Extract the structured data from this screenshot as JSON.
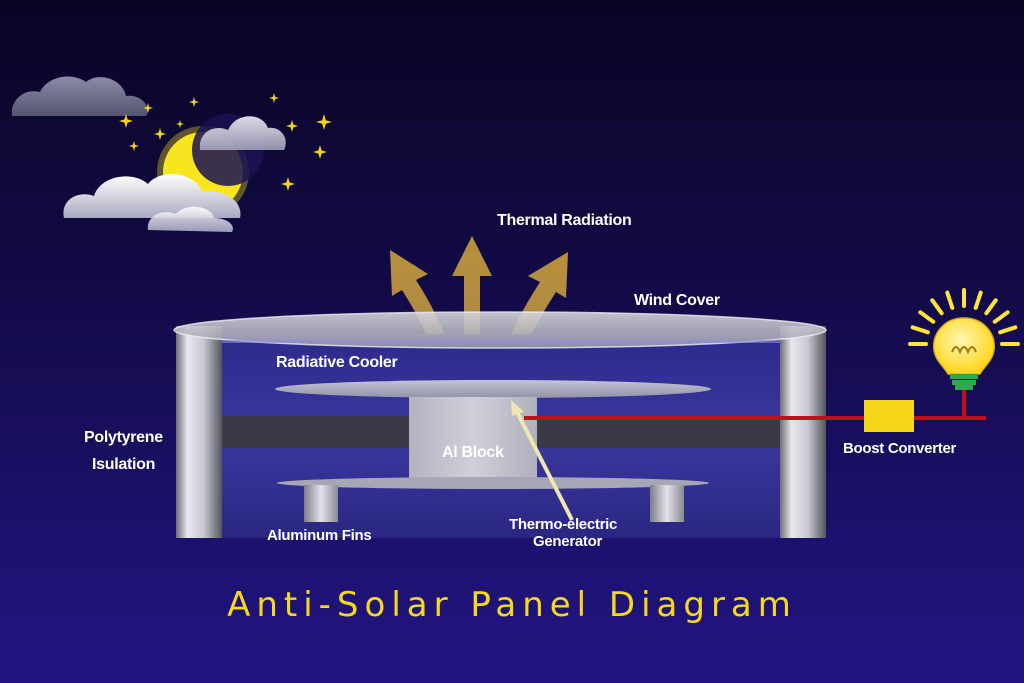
{
  "title": "Anti-Solar Panel Diagram",
  "labels": {
    "thermal_radiation": "Thermal Radiation",
    "wind_cover": "Wind Cover",
    "radiative_cooler": "Radiative Cooler",
    "polytyrene_line1": "Polytyrene",
    "polytyrene_line2": "Isulation",
    "al_block": "Al Block",
    "aluminum_fins": "Aluminum Fins",
    "teg_line1": "Thermo-electric",
    "teg_line2": "Generator",
    "boost_converter": "Boost Converter"
  },
  "icons": [
    "moon-icon",
    "cloud-icon",
    "star-icon",
    "light-bulb-icon",
    "arrow-up-icon"
  ],
  "colors": {
    "background_top": "#0a0524",
    "background_bottom": "#221583",
    "moon": "#f7e51e",
    "stars": "#f3d21c",
    "arrows": "#b8903b",
    "wire": "#c0101a",
    "boost_converter": "#f5d81c",
    "title": "#f5d91c",
    "bulb": "#ffe53b",
    "bulb_base": "#2fa84f"
  }
}
